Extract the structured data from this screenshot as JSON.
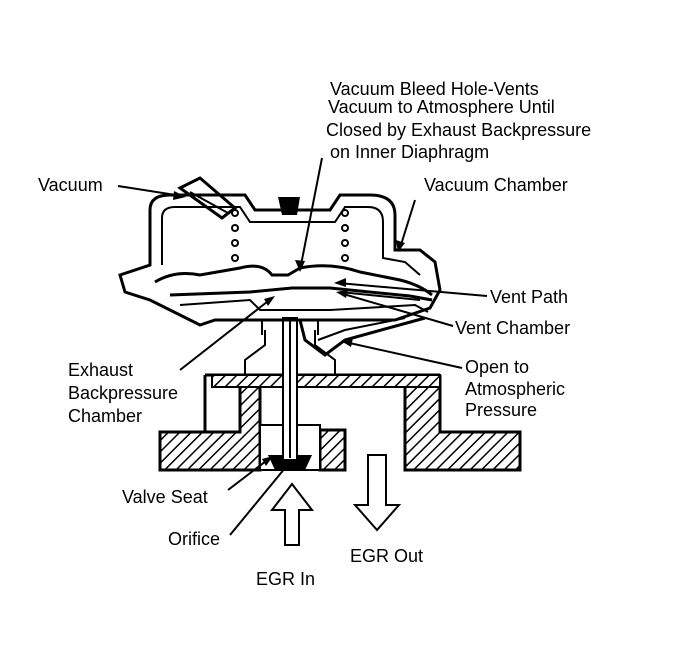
{
  "labels": {
    "bleed_line1": "Vacuum Bleed Hole-Vents",
    "bleed_line2": "Vacuum to Atmosphere Until",
    "bleed_line3": "Closed by Exhaust Backpressure",
    "bleed_line4": "on Inner Diaphragm",
    "vacuum": "Vacuum",
    "vacuum_chamber": "Vacuum Chamber",
    "vent_path": "Vent Path",
    "vent_chamber": "Vent Chamber",
    "exhaust_line1": "Exhaust",
    "exhaust_line2": "Backpressure",
    "exhaust_line3": "Chamber",
    "open_line1": "Open to",
    "open_line2": "Atmospheric",
    "open_line3": "Pressure",
    "valve_seat": "Valve Seat",
    "orifice": "Orifice",
    "egr_in": "EGR In",
    "egr_out": "EGR Out"
  },
  "colors": {
    "ink": "#000000",
    "paper": "#ffffff"
  }
}
